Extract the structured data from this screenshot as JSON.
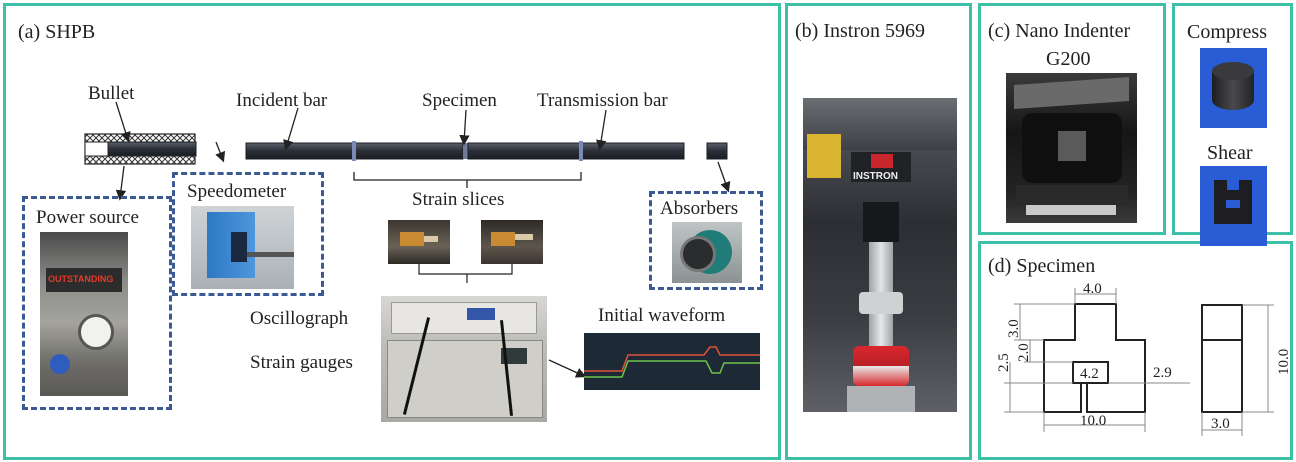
{
  "panels": {
    "a": {
      "label": "(a) SHPB"
    },
    "b": {
      "label": "(b) Instron 5969"
    },
    "c": {
      "label_line1": "(c) Nano Indenter",
      "label_line2": "G200"
    },
    "d": {
      "label": "(d) Specimen"
    }
  },
  "shpb": {
    "bullet": "Bullet",
    "incident_bar": "Incident bar",
    "specimen": "Specimen",
    "transmission_bar": "Transmission bar",
    "strain_slices": "Strain slices",
    "speedometer": "Speedometer",
    "power_source": "Power source",
    "absorbers": "Absorbers",
    "oscillograph": "Oscillograph",
    "strain_gauges": "Strain gauges",
    "initial_waveform": "Initial waveform"
  },
  "photos": {
    "instron_brand": "INSTRON",
    "power_brand": "OUTSTANDING"
  },
  "specimens": {
    "compress": "Compress",
    "shear": "Shear"
  },
  "dimensions": {
    "top_width": "4.0",
    "h1": "3.0",
    "h2": "2.0",
    "h3": "2.5",
    "inner": "4.2",
    "gap": "2.9",
    "base_width": "10.0",
    "height": "10.0",
    "side_width": "3.0"
  },
  "colors": {
    "panel_border": "#3dbfa8",
    "dashed_border": "#3b5a93",
    "bar_fill": "#2b2f38"
  }
}
